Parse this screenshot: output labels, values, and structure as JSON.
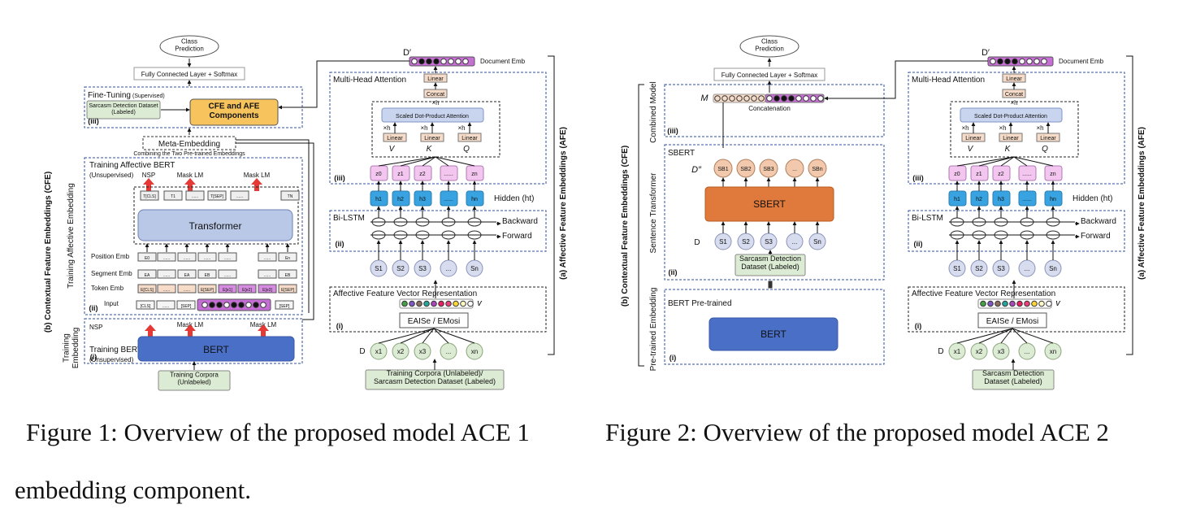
{
  "figure1": {
    "class_prediction": "Class\nPrediction",
    "fc_layer": "Fully Connected Layer + Softmax",
    "fine_tuning": "Fine-Tuning",
    "fine_tuning_sub": "(Supervised)",
    "sarcasm_dataset": "Sarcasm Detection Dataset\n(Labeled)",
    "cfe_afe": "CFE and AFE\nComponents",
    "marker_iii": "(iii)",
    "marker_ii": "(ii)",
    "marker_i": "(i)",
    "meta_embedding": "Meta-Embedding",
    "combining_note": "Combining the Two Pre-trained Embeddings",
    "cfe_side_label": "(b) Contextual Feature Embeddings (CFE)",
    "training_affective_embedding": "Training Affective Embedding",
    "training_embedding": "Training\nEmbedding",
    "training_affective_bert": "Training Affective BERT",
    "unsupervised": "(Unsupervised)",
    "nsp": "NSP",
    "mask_lm": "Mask LM",
    "transformer": "Transformer",
    "top_tokens": [
      "T[CLS]",
      "T1",
      "......",
      "T[SEP]",
      "......",
      "TN"
    ],
    "position_emb": "Position Emb",
    "segment_emb": "Segment Emb",
    "token_emb": "Token Emb",
    "input": "Input",
    "position_tokens": [
      "E0",
      "......",
      "......",
      "......",
      "......",
      "......",
      "En"
    ],
    "segment_tokens": [
      "EA",
      "......",
      "EA",
      "EB",
      "......",
      "......",
      "EB"
    ],
    "token_tokens": [
      "E[CLS]",
      "......",
      "......",
      "E[SEP]",
      "E[e1]",
      "E[e2]",
      "E[e3]",
      "E[SEP]"
    ],
    "input_tokens": [
      "[CLS]",
      "......",
      "[SEP]",
      "[SEP]"
    ],
    "training_bert": "Training BERT",
    "bert": "BERT",
    "training_corpora": "Training Corpora\n(Unlabeled)",
    "afe": {
      "d_prime": "D′",
      "document_emb": "Document Emb",
      "linear": "Linear",
      "concat": "Concat",
      "xh": "×h",
      "multi_head_attention": "Multi-Head  Attention",
      "scaled_dot_product": "Scaled Dot-Product Attention",
      "v": "V",
      "k": "K",
      "q": "Q",
      "z_labels": [
        "z0",
        "z1",
        "z2",
        "......",
        "zn"
      ],
      "h_labels": [
        "h1",
        "h2",
        "h3",
        "......",
        "hn"
      ],
      "hidden": "Hidden (ht)",
      "bilstm": "Bi-LSTM",
      "backward": "Backward",
      "forward": "Forward",
      "s_labels": [
        "S1",
        "S2",
        "S3",
        "...",
        "Sn"
      ],
      "affective_vector": "Affective Feature Vector Representation",
      "nu": "v",
      "eaise": "EAISe / EMosi",
      "d": "D",
      "x_labels": [
        "x1",
        "x2",
        "x3",
        "...",
        "xn"
      ],
      "corpora_bottom": "Training Corpora (Unlabeled)/\nSarcasm Detection Dataset (Labeled)",
      "side_label": "(a) Affective Feature Embeddings (AFE)"
    }
  },
  "figure2": {
    "class_prediction": "Class\nPrediction",
    "fc_layer": "Fully Connected Layer + Softmax",
    "m": "M",
    "concatenation": "Concatenation",
    "combined_model": "Combined Model",
    "sentence_transformer": "Sentence Transformer",
    "pretrained_embedding": "Pre-trained  Embedding",
    "cfe_side_label": "(b) Contextual Feature Embeddings (CFE)",
    "sbert_label": "SBERT",
    "d_double": "D″",
    "sb_labels": [
      "SB1",
      "SB2",
      "SB3",
      "...",
      "SBn"
    ],
    "sbert": "SBERT",
    "d": "D",
    "s_labels": [
      "S1",
      "S2",
      "S3",
      "...",
      "Sn"
    ],
    "sarcasm_dataset": "Sarcasm Detection\nDataset (Labeled)",
    "bert_pretrained": "BERT Pre-trained",
    "bert": "BERT",
    "marker_iii": "(iii)",
    "marker_ii": "(ii)",
    "marker_i": "(i)",
    "afe_dataset": "Sarcasm Detection\nDataset (Labeled)"
  },
  "captions": {
    "fig1_line1": "Figure 1:  Overview of the proposed model ACE 1",
    "fig1_line2": "embedding component.",
    "fig2_line1": "Figure 2:  Overview of the proposed model ACE 2"
  },
  "colors": {
    "dashed_border": "#2f4f9f",
    "marker_red": "#c0392b",
    "bert_blue": "#4a6fc7",
    "transformer_fill": "#b9c8e6",
    "sbert_orange": "#e07a3c",
    "cfe_afe_fill": "#f6c35d",
    "linear_fill": "#f6dcc8",
    "z_fill": "#f2c6ee",
    "h_fill": "#38a3e0",
    "s_fill": "#d8dcef",
    "x_fill": "#dcebd3",
    "sb_fill": "#f3c9ad",
    "doc_emb_fill": "#c86fd6",
    "arrow_red": "#e53935"
  }
}
